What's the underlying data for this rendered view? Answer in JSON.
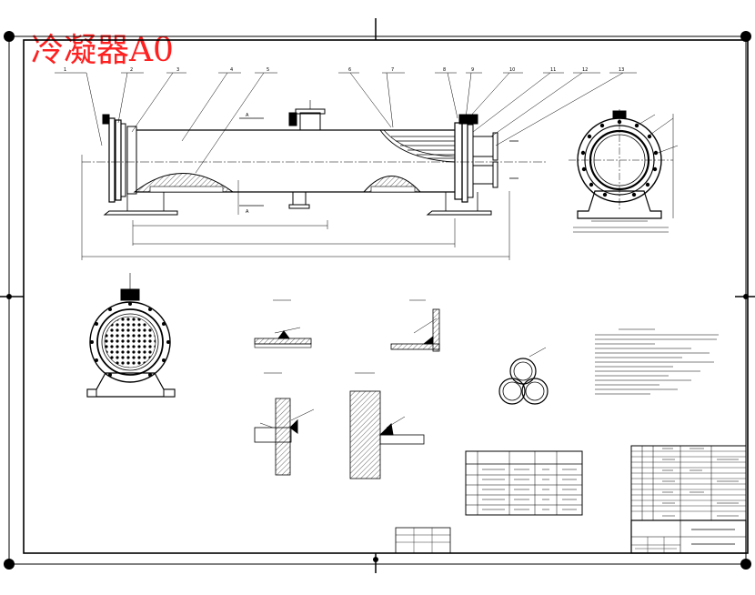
{
  "title": "冷凝器A0",
  "colors": {
    "title": "#ff2020",
    "line": "#000000",
    "background": "#ffffff"
  },
  "part_numbers": [
    "1",
    "2",
    "3",
    "4",
    "5",
    "6",
    "7",
    "8",
    "9",
    "10",
    "11",
    "12",
    "13"
  ],
  "section_mark": "A"
}
